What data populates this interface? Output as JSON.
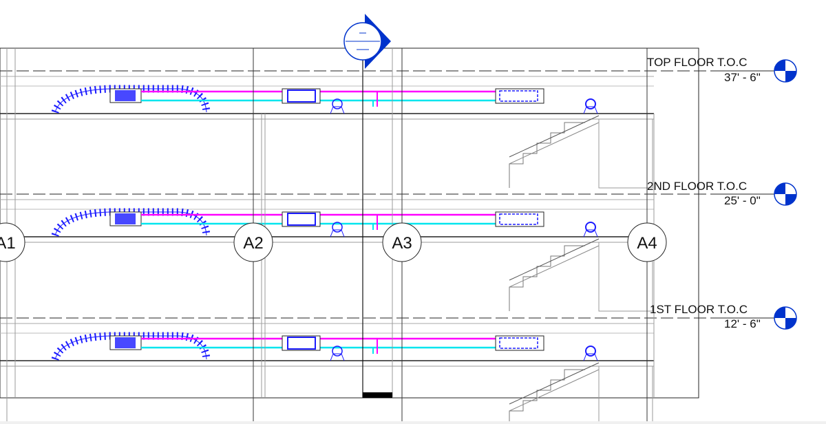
{
  "view": {
    "levels": [
      {
        "name": "TOP FLOOR T.O.C",
        "elevation": "37' - 6\""
      },
      {
        "name": "2ND FLOOR T.O.C",
        "elevation": "25' - 0\""
      },
      {
        "name": "1ST FLOOR T.O.C",
        "elevation": "12' - 6\""
      }
    ],
    "grids": [
      "A1",
      "A2",
      "A3",
      "A4"
    ],
    "colors": {
      "supply_duct": "#1a1aff",
      "pipe_magenta": "#ff00ff",
      "pipe_cyan": "#00e5ee",
      "level_head": "#0033cc"
    }
  }
}
